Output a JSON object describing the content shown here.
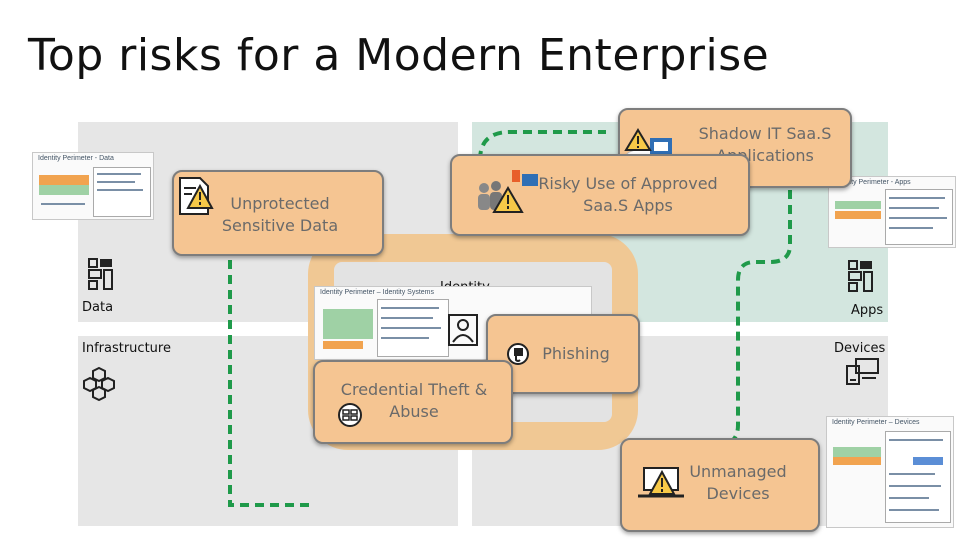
{
  "title": "Top risks for a Modern Enterprise",
  "core": {
    "label": "Identity"
  },
  "pillars": {
    "data": "Data",
    "apps": "Apps",
    "infrastructure": "Infrastructure",
    "devices": "Devices"
  },
  "risks": {
    "shadow_it": {
      "line1": "Shadow IT Saa.S",
      "line2": "Applications"
    },
    "risky_use": {
      "line1": "Risky Use of Approved",
      "line2": "Saa.S Apps"
    },
    "unprotected": {
      "line1": "Unprotected",
      "line2": "Sensitive Data"
    },
    "phishing": {
      "line1": "Phishing"
    },
    "credential": {
      "line1": "Credential Theft &",
      "line2": "Abuse"
    },
    "unmanaged": {
      "line1": "Unmanaged",
      "line2": "Devices"
    }
  },
  "thumbnails": {
    "data": "Identity Perimeter - Data",
    "apps": "Identity Perimeter - Apps",
    "identity": "Identity Perimeter – Identity Systems",
    "devices": "Identity Perimeter – Devices"
  },
  "colors": {
    "risk_fill": "#f5c592",
    "core_ring": "#f0c894",
    "green_dashed": "#1f9a4a",
    "quadrant_gray": "#e6e6e6",
    "quadrant_green": "#d3e6df"
  }
}
